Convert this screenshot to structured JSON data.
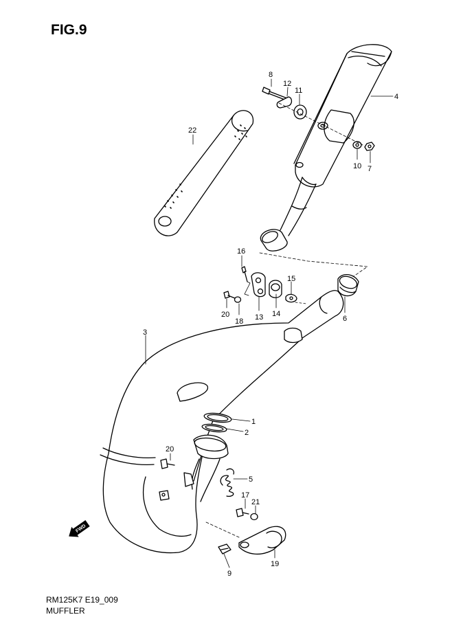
{
  "figure": {
    "title": "FIG.9",
    "code": "RM125K7 E19_009",
    "caption": "MUFFLER"
  },
  "parts": [
    {
      "no": "1"
    },
    {
      "no": "2"
    },
    {
      "no": "3"
    },
    {
      "no": "4"
    },
    {
      "no": "5"
    },
    {
      "no": "6"
    },
    {
      "no": "7"
    },
    {
      "no": "8"
    },
    {
      "no": "9"
    },
    {
      "no": "10"
    },
    {
      "no": "11"
    },
    {
      "no": "12"
    },
    {
      "no": "13"
    },
    {
      "no": "14"
    },
    {
      "no": "15"
    },
    {
      "no": "16"
    },
    {
      "no": "17"
    },
    {
      "no": "18"
    },
    {
      "no": "19"
    },
    {
      "no": "20"
    },
    {
      "no": "20"
    },
    {
      "no": "21"
    },
    {
      "no": "22"
    }
  ],
  "fwd_indicator": "FWD"
}
